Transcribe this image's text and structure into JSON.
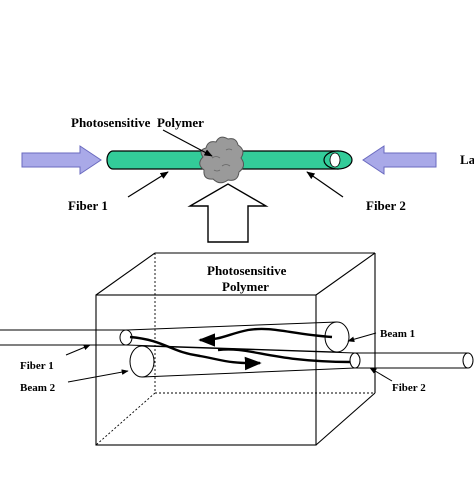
{
  "top_diagram": {
    "polymer_label": "Photosensitive  Polymer",
    "fiber1_label": "Fiber 1",
    "fiber2_label": "Fiber 2",
    "laser_label": "La"
  },
  "bottom_diagram": {
    "polymer_label_line1": "Photosensitive",
    "polymer_label_line2": "Polymer",
    "fiber1_label": "Fiber 1",
    "fiber2_label": "Fiber 2",
    "beam1_label": "Beam 1",
    "beam2_label": "Beam 2"
  },
  "colors": {
    "fiber_fill": "#33cc99",
    "laser_arrow_fill": "#a9a9e8",
    "laser_arrow_stroke": "#6a6abf",
    "polymer_blob": "#9a9a9a",
    "line": "#000000"
  }
}
